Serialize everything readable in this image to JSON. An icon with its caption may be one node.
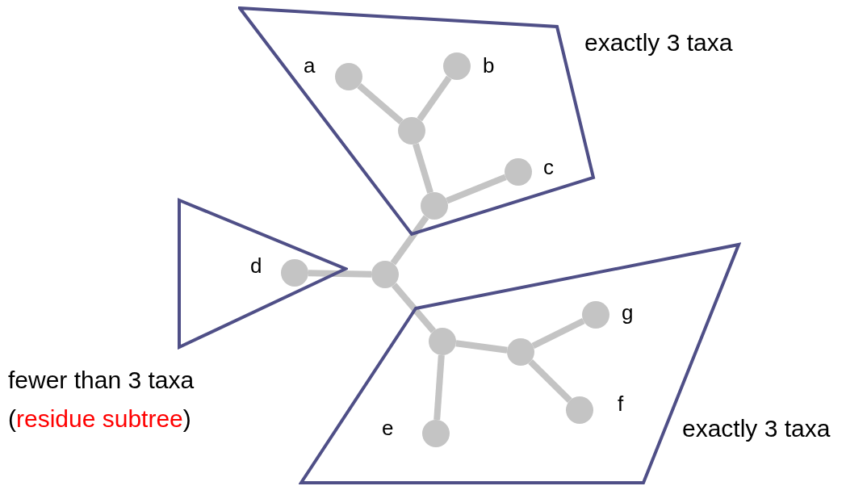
{
  "diagram": {
    "nodes": [
      {
        "text": [],
        "shape": "quadrilateral",
        "beside": [
          "exactly 3 taxa"
        ]
      },
      {
        "text": [],
        "shape": "circle",
        "in": 0,
        "beside": [
          "a"
        ]
      },
      {
        "text": [],
        "shape": "circle",
        "in": 0,
        "beside": [
          "b"
        ]
      },
      {
        "text": [],
        "shape": "circle",
        "in": 0
      },
      {
        "text": [],
        "shape": "circle",
        "in": 0,
        "beside": [
          "c"
        ]
      },
      {
        "text": [],
        "shape": "circle",
        "in": 0
      },
      {
        "text": [],
        "shape": "triangle",
        "beside": [
          "fewer than 3 taxa",
          "(residue subtree)"
        ]
      },
      {
        "text": [],
        "shape": "circle",
        "in": 6,
        "beside": [
          "d"
        ]
      },
      {
        "text": [],
        "shape": "circle"
      },
      {
        "text": [],
        "shape": "quadrilateral",
        "beside": [
          "exactly 3 taxa"
        ]
      },
      {
        "text": [],
        "shape": "circle",
        "in": 9
      },
      {
        "text": [],
        "shape": "circle",
        "in": 9
      },
      {
        "text": [],
        "shape": "circle",
        "in": 9,
        "beside": [
          "g"
        ]
      },
      {
        "text": [],
        "shape": "circle",
        "in": 9,
        "beside": [
          "f"
        ]
      },
      {
        "text": [],
        "shape": "circle",
        "in": 9,
        "beside": [
          "e"
        ]
      }
    ],
    "edges": [
      {
        "from": 1,
        "to": 3,
        "arrow": "none"
      },
      {
        "from": 2,
        "to": 3,
        "arrow": "none"
      },
      {
        "from": 3,
        "to": 5,
        "arrow": "none"
      },
      {
        "from": 4,
        "to": 5,
        "arrow": "none"
      },
      {
        "from": 5,
        "to": 8,
        "arrow": "none"
      },
      {
        "from": 7,
        "to": 8,
        "arrow": "none"
      },
      {
        "from": 8,
        "to": 10,
        "arrow": "none"
      },
      {
        "from": 10,
        "to": 14,
        "arrow": "none"
      },
      {
        "from": 10,
        "to": 11,
        "arrow": "none"
      },
      {
        "from": 11,
        "to": 12,
        "arrow": "none"
      },
      {
        "from": 11,
        "to": 13,
        "arrow": "none"
      }
    ]
  }
}
